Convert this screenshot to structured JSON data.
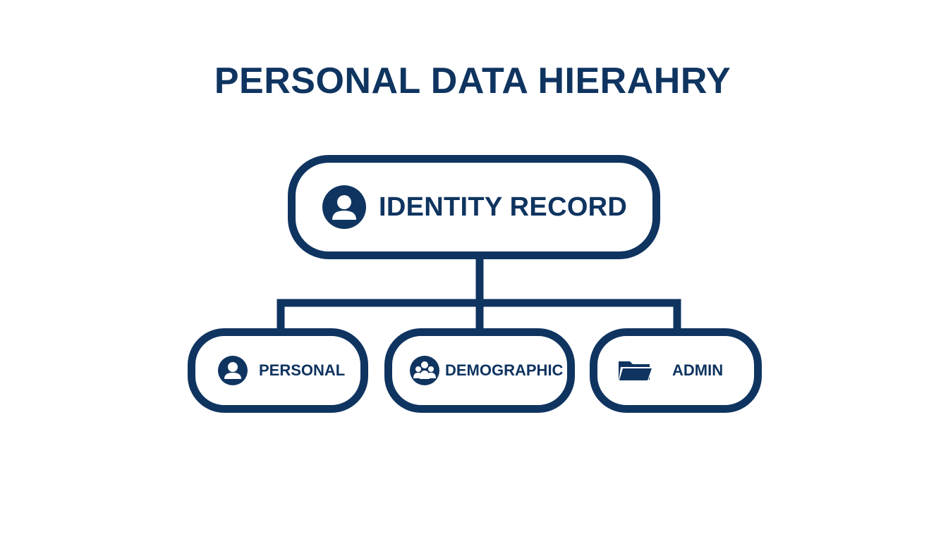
{
  "diagram": {
    "title": "PERSONAL DATA HIERAHRY",
    "colors": {
      "primary": "#0f3460",
      "background": "#ffffff"
    },
    "root": {
      "label": "IDENTITY RECORD",
      "icon": "user-icon"
    },
    "children": [
      {
        "label": "PERSONAL",
        "icon": "user-icon"
      },
      {
        "label": "DEMOGRAPHIC",
        "icon": "group-icon"
      },
      {
        "label": "ADMIN",
        "icon": "folder-icon"
      }
    ]
  }
}
